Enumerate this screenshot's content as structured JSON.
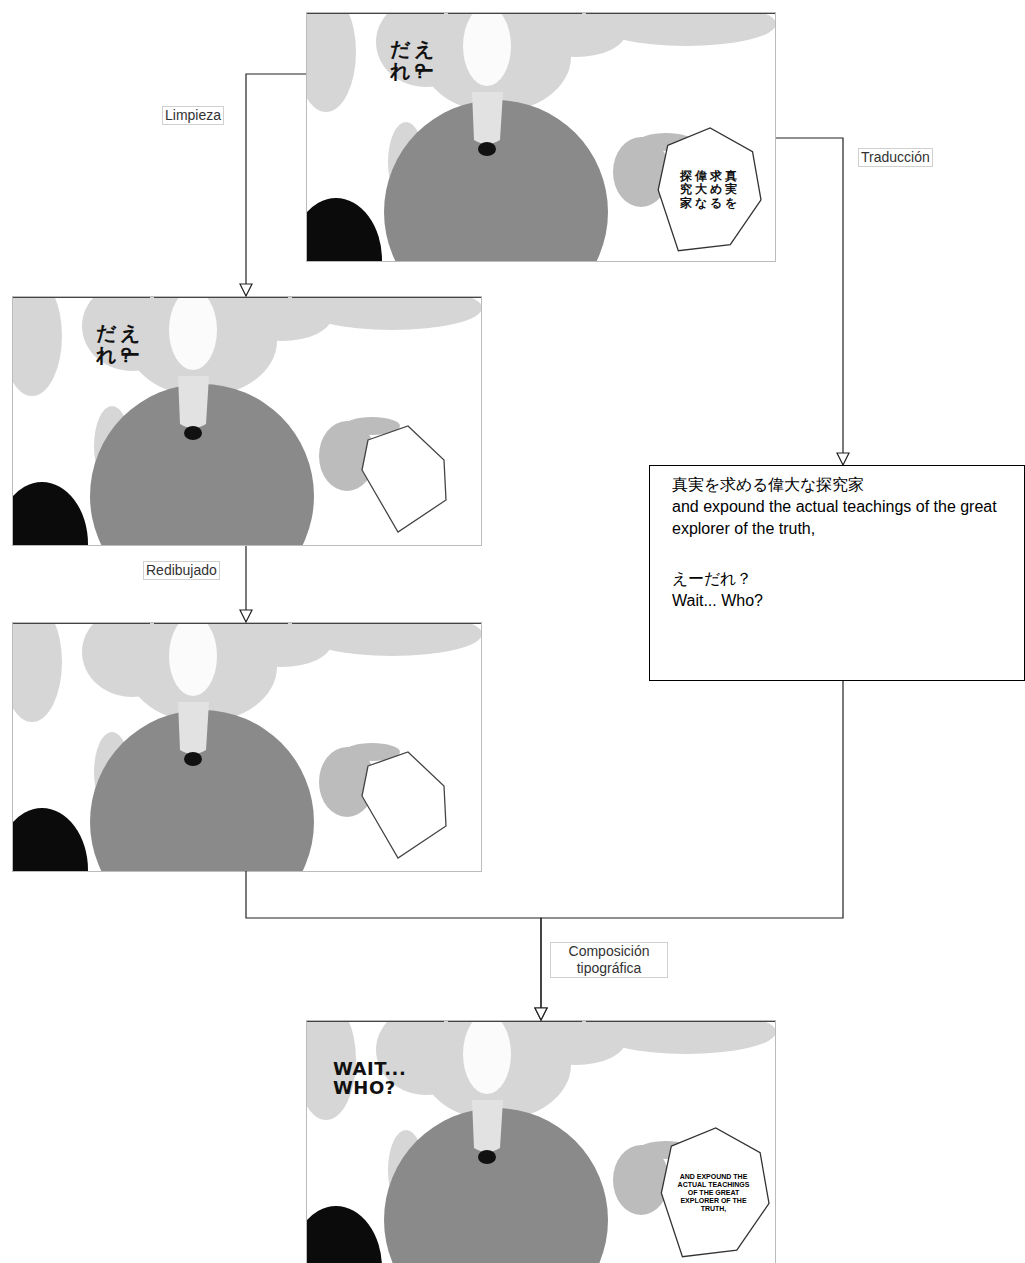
{
  "diagram": {
    "nodes": [
      {
        "text": [
          "えー",
          "だれ？"
        ]
      },
      {
        "text": [
          "真実を",
          "求める",
          "偉大な",
          "探究家"
        ],
        "in": 0
      },
      {
        "text": [
          "えー",
          "だれ？"
        ]
      },
      {
        "text": [
          "真実を求める偉大な探究家",
          "and expound the actual teachings of the great explorer of the truth,",
          "えーだれ？",
          "Wait... Who?"
        ]
      },
      {
        "text": []
      },
      {
        "text": [
          "WAIT... WHO?"
        ]
      },
      {
        "text": [
          "AND EXPOUND THE ACTUAL TEACHINGS OF THE GREAT EXPLORER OF THE TRUTH,"
        ],
        "in": 5
      }
    ],
    "edges": [
      {
        "from": 0,
        "to": 2,
        "arrow": "to",
        "label": "Limpieza"
      },
      {
        "from": 0,
        "to": 3,
        "arrow": "to",
        "label": "Traducción"
      },
      {
        "from": 2,
        "to": 4,
        "arrow": "to",
        "label": "Redibujado"
      },
      {
        "from": 4,
        "to": 5,
        "arrow": "to",
        "label": "Composición tipográfica"
      },
      {
        "from": 3,
        "to": 5,
        "arrow": "to"
      }
    ]
  }
}
